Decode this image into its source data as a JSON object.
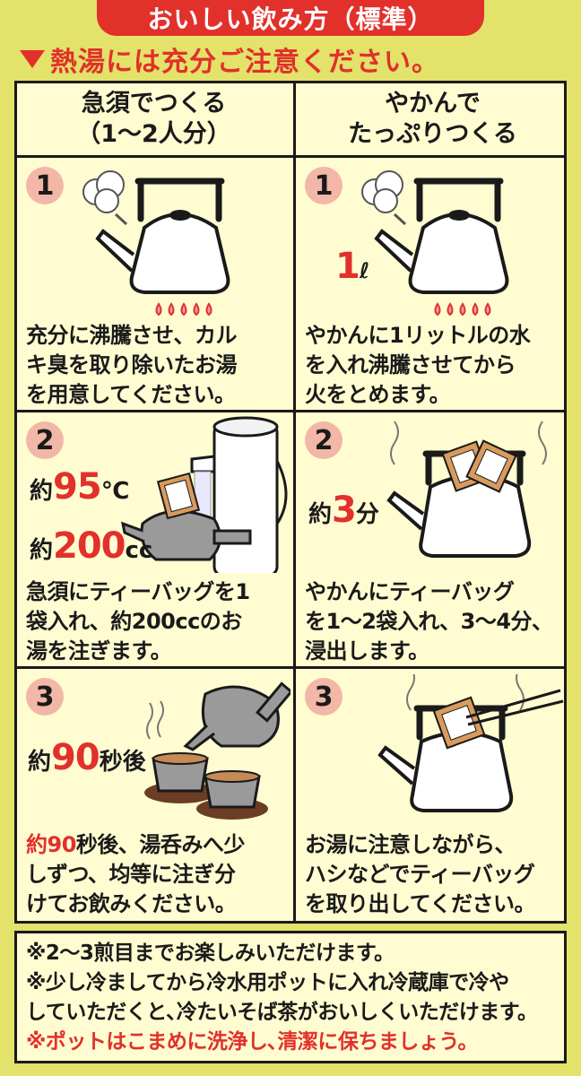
{
  "title": "おいしい飲み方（標準）",
  "warning": "熱湯には充分ご注意ください。",
  "columns": [
    {
      "line1": "急須でつくる",
      "line2": "（1〜2人分）"
    },
    {
      "line1": "やかんで",
      "line2": "たっぷりつくる"
    }
  ],
  "steps": {
    "kyusu": [
      {
        "num": "1",
        "desc": [
          "充分に沸騰させ、カル",
          "キ臭を取り除いたお湯",
          "を用意してください。"
        ]
      },
      {
        "num": "2",
        "temp_prefix": "約",
        "temp_value": "95",
        "temp_unit": "℃",
        "vol_prefix": "約",
        "vol_value": "200",
        "vol_unit": "cc",
        "desc": [
          "急須にティーバッグを1",
          "袋入れ、約200ccのお",
          "湯を注ぎます。"
        ]
      },
      {
        "num": "3",
        "time_prefix": "約",
        "time_value": "90",
        "time_unit": "秒後",
        "desc_red": "約90",
        "desc_first_rest": "秒後、湯呑みへ少",
        "desc_rest": [
          "しずつ、均等に注ぎ分",
          "けてお飲みください。"
        ]
      }
    ],
    "yakan": [
      {
        "num": "1",
        "liter_value": "1",
        "liter_unit": "ℓ",
        "desc": [
          "やかんに1リットルの水",
          "を入れ沸騰させてから",
          "火をとめます。"
        ]
      },
      {
        "num": "2",
        "time_prefix": "約",
        "time_value": "3",
        "time_unit": "分",
        "desc": [
          "やかんにティーバッグ",
          "を1〜2袋入れ、3〜4分、",
          "浸出します。"
        ]
      },
      {
        "num": "3",
        "desc": [
          "お湯に注意しながら、",
          "ハシなどでティーバッグ",
          "を取り出してください。"
        ]
      }
    ]
  },
  "notes": [
    "※2〜3煎目までお楽しみいただけます。",
    "※少し冷ましてから冷水用ポットに入れ冷蔵庫で冷や",
    "していただくと､冷たいそば茶がおいしくいただけます。"
  ],
  "note_red": "※ポットはこまめに洗浄し､清潔に保ちましょう。",
  "icons": {
    "kettle": "kettle-icon",
    "flame": "flame-icon",
    "steam": "steam-icon",
    "thermos": "thermos-icon",
    "teapot": "teapot-icon",
    "teacup": "teacup-icon",
    "teabag": "teabag-icon",
    "chopsticks": "chopsticks-icon"
  },
  "colors": {
    "accent": "#e2302b",
    "background": "#e3e26a",
    "panel": "#fffcd1",
    "badge": "#f2b7a6"
  }
}
